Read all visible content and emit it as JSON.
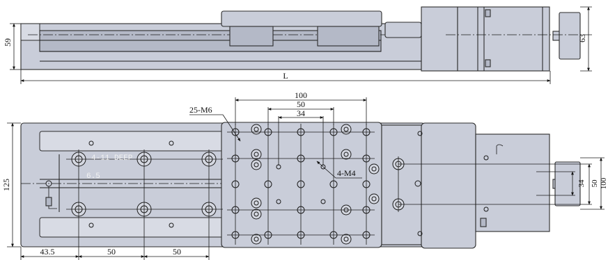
{
  "side_view": {
    "height_label": "59",
    "length_label": "L",
    "motor_height_label": "63"
  },
  "top_view": {
    "width_label": "125",
    "table_pitch_100": "100",
    "table_pitch_50": "50",
    "table_pitch_34": "34",
    "table_holes_label": "25-M6",
    "table_center_holes_label": "4-M4",
    "base_offset_label": "43.5",
    "base_pitch_1": "50",
    "base_pitch_2": "50",
    "flange_pitch_34": "34",
    "flange_pitch_50": "50",
    "flange_pitch_100": "100",
    "ghost_label_1": "4-11 DEEP",
    "ghost_label_2": "6.5"
  }
}
